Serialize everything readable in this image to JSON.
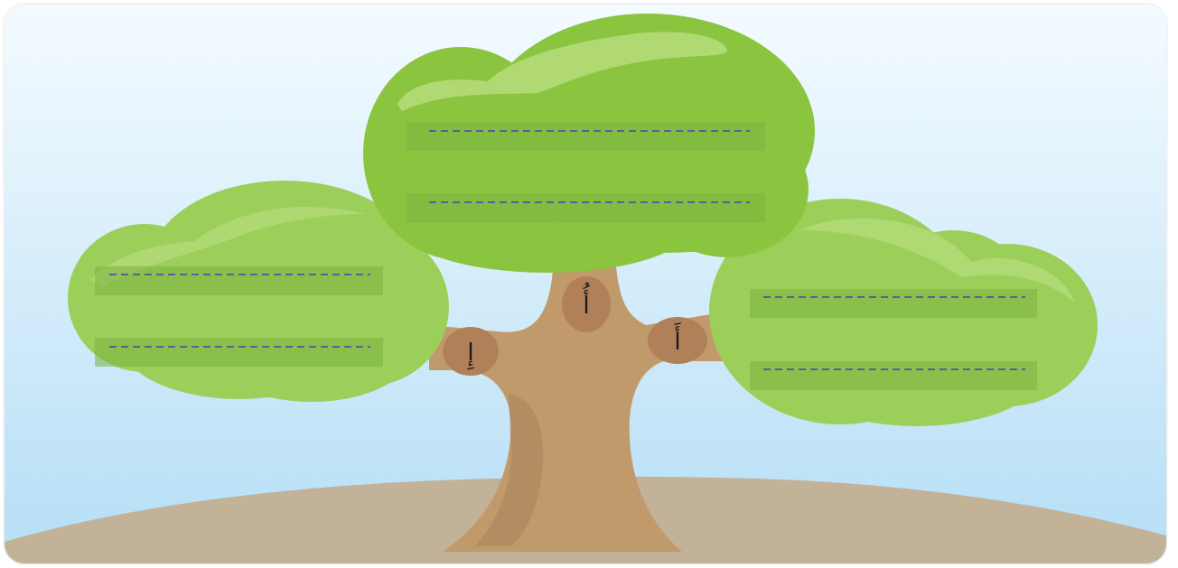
{
  "colors": {
    "sky_top": "#f4fbff",
    "sky_bottom": "#b5def6",
    "ground": "#c2b298",
    "trunk": "#c19a6b",
    "trunk_shadow": "#a9825a",
    "knot": "#b08158",
    "canopy_center": "#8bc53f",
    "canopy_side": "#9ccf5a",
    "highlight": "#b6dc7c",
    "line_box": "#7cb342",
    "dash": "#5b5e9a"
  },
  "tree": {
    "center_letter": "أُ",
    "left_letter": "إِ",
    "right_letter": "أَ"
  },
  "blanks": {
    "center": [
      "",
      ""
    ],
    "left": [
      "",
      ""
    ],
    "right": [
      "",
      ""
    ]
  }
}
